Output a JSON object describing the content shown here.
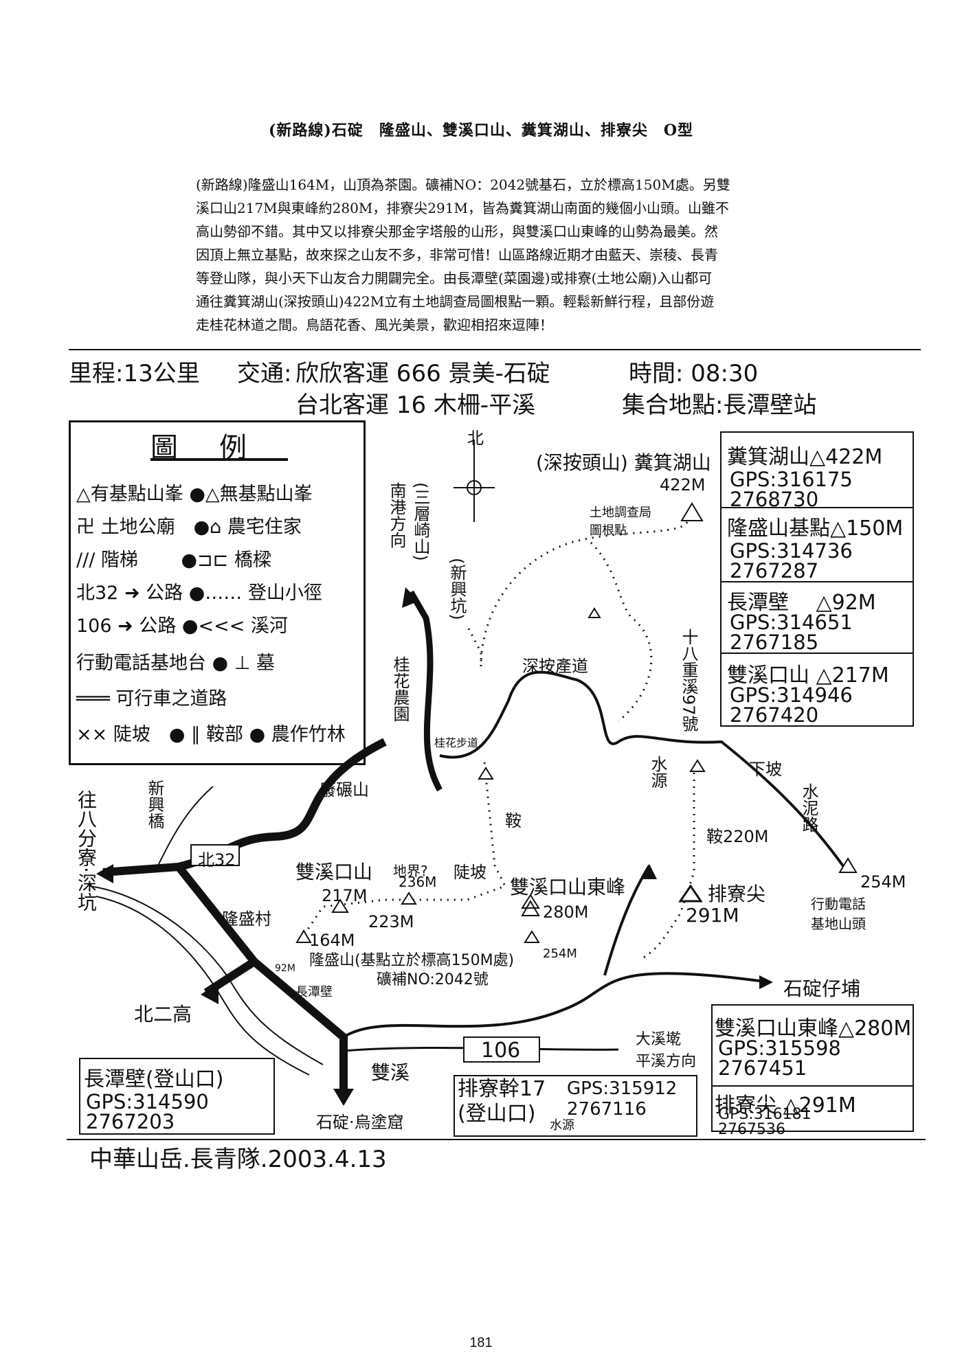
{
  "title": "(新路線)石碇　隆盛山、雙溪口山、糞箕湖山、排寮尖　O型",
  "intro": [
    "(新路線)隆盛山164M，山頂為茶園。礦補NO：2042號基石，立於標高150M處。另雙",
    "溪口山217M與東峰約280M，排寮尖291M，皆為糞箕湖山南面的幾個小山頭。山雖不",
    "高山勢卻不錯。其中又以排寮尖那金字塔般的山形，與雙溪口山東峰的山勢為最美。然",
    "因頂上無立基點，故來探之山友不多，非常可惜！山區路線近期才由藍天、崇稜、長青",
    "等登山隊，與小天下山友合力開闢完全。由長潭壁(菜園邊)或排寮(土地公廟)入山都可",
    "通往糞箕湖山(深按頭山)422M立有土地調查局圖根點一顆。輕鬆新鮮行程，且部份遊",
    "走桂花林道之間。鳥語花香、風光美景，歡迎相招來逗陣！"
  ],
  "trip": {
    "distance": "里程:13公里",
    "transport_label": "交通:",
    "bus1": "欣欣客運 666 景美-石碇",
    "bus2": "台北客運 16 木柵-平溪",
    "time": "時間: 08:30",
    "meeting": "集合地點:長潭壁站"
  },
  "legend": {
    "title": "圖例",
    "items": [
      "△有基點山峯 ●△無基點山峯",
      "卍 土地公廟　●⌂ 農宅住家",
      "/// 階梯　　 ●⊐⊏ 橋樑",
      "北32 ➜ 公路 ●…… 登山小徑",
      "106 ➜ 公路 ●<<< 溪河",
      "行動電話基地台 ● ⊥ 墓",
      "═══ 可行車之道路",
      "×× 陡坡　● ∥ 鞍部 ● 農作竹林"
    ]
  },
  "gps_boxes": [
    {
      "name": "糞箕湖山△422M",
      "gps": "GPS:316175\n2768730"
    },
    {
      "name": "隆盛山基點△150M",
      "gps": "GPS:314736\n2767287"
    },
    {
      "name": "長潭壁　 △92M",
      "gps": "GPS:314651\n2767185"
    },
    {
      "name": "雙溪口山 △217M",
      "gps": "GPS:314946\n2767420"
    }
  ],
  "gps_boxes_bottom": [
    {
      "name": "雙溪口山東峰△280M",
      "gps": "GPS:315598\n2767451"
    },
    {
      "name": "排寮尖 △291M",
      "gps": "GPS:316181\n2767536"
    }
  ],
  "bottom_left_box": {
    "name": "長潭壁(登山口)",
    "gps": "GPS:314590\n2767203"
  },
  "bottom_mid_box": {
    "name": "排寮幹17\n(登山口)",
    "gps": "GPS:315912\n2767116",
    "note": "水源"
  },
  "map_labels": {
    "north": "北",
    "summit_name": "(深按頭山) 糞箕湖山",
    "summit_alt": "422M",
    "survey": "土地調查局\n圖根點",
    "nangang": "(三層崎山)\n南港方向",
    "xinxing": "(新興坑)",
    "guihua_farm": "桂花農園",
    "shenan_road": "深按產道",
    "guihua_trail": "桂花步道",
    "fanpo": "廢碾山",
    "an": "鞍",
    "shizhi18": "十八重溪97號",
    "water": "水源",
    "xiapo": "下坡",
    "cement": "水泥路",
    "an220": "鞍220M",
    "pailiao": "排寮尖",
    "alt291": "291M",
    "alt254a": "254M",
    "tower": "行動電話\n基地山頭",
    "shuangxi": "雙溪口山",
    "alt217": "217M",
    "boundary": "地界?",
    "alt236": "236M",
    "steep": "陡坡",
    "east_peak": "雙溪口山東峰",
    "alt280": "280M",
    "alt223": "223M",
    "alt164": "164M",
    "longsheng": "隆盛山(基點立於標高150M處)",
    "kuangbu": "礦補NO:2042號",
    "alt254b": "254M",
    "longsheng_village": "隆盛村",
    "alt92": "92M",
    "changtanbi": "長潭壁",
    "to_bafenliao": "往八分寮·深坑",
    "xinxing_bridge": "新興橋",
    "road_bei32": "北32",
    "beier": "北二高",
    "shiding_zai": "石碇仔埔",
    "road_106": "106",
    "daxi": "大溪墘\n平溪方向",
    "shuangxi_town": "雙溪",
    "shiding_wutu": "石碇·烏塗窟"
  },
  "signature": "中華山岳.長青隊.2003.4.13",
  "page_number": "181"
}
